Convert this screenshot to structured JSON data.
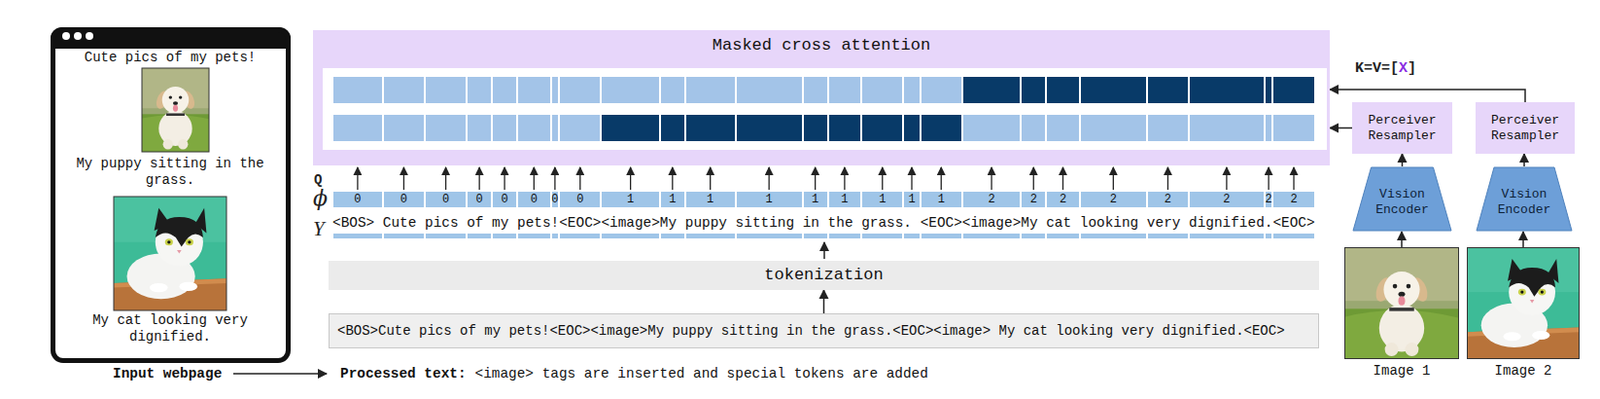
{
  "diagram": {
    "nodes": [
      {
        "text": [
          "Cute pics of my pets!",
          "My puppy sitting in the grass.",
          "My cat looking very dignified."
        ]
      },
      {
        "text": [
          "Masked cross attention"
        ]
      },
      {
        "text": [
          "Perceiver Resampler"
        ]
      },
      {
        "text": [
          "Perceiver Resampler"
        ]
      },
      {
        "text": [
          "Vision Encoder"
        ]
      },
      {
        "text": [
          "Vision Encoder"
        ]
      },
      {
        "text": [
          "tokenization"
        ]
      },
      {
        "text": [
          "<BOS>Cute pics of my pets!<EOC><image>My puppy sitting in the grass.<EOC><image> My cat looking very dignified.<EOC>"
        ]
      },
      {
        "text": [
          "Image 1"
        ]
      },
      {
        "text": [
          "Image 2"
        ]
      }
    ],
    "edges": [
      {
        "from": 7,
        "to": 6,
        "arrow": "to"
      },
      {
        "from": 8,
        "to": 4,
        "arrow": "to"
      },
      {
        "from": 9,
        "to": 5,
        "arrow": "to"
      },
      {
        "from": 4,
        "to": 2,
        "arrow": "to"
      },
      {
        "from": 5,
        "to": 3,
        "arrow": "to"
      },
      {
        "from": 2,
        "to": 1,
        "arrow": "to"
      },
      {
        "from": 3,
        "to": 1,
        "arrow": "to"
      }
    ],
    "labels": [
      "K=V=[",
      "X",
      "]",
      "Q",
      "ϕ",
      "0",
      "0",
      "0",
      "0",
      "0",
      "0",
      "0",
      "0",
      "1",
      "1",
      "1",
      "1",
      "1",
      "1",
      "1",
      "1",
      "1",
      "2",
      "2",
      "2",
      "2",
      "2",
      "2",
      "2",
      "2",
      "Y",
      "<BOS>",
      "Cute",
      "pics",
      "of",
      "my",
      "pets",
      "!",
      "<EOC>",
      "<image>",
      "My",
      "puppy",
      "sitting",
      "in",
      "the",
      "grass",
      ".",
      "<EOC>",
      "<image>",
      "My",
      "cat",
      "looking",
      "very",
      "dignified",
      ".",
      "<EOC>",
      "Input webpage",
      "Processed text:",
      "<image> tags are inserted and special tokens are added"
    ]
  }
}
